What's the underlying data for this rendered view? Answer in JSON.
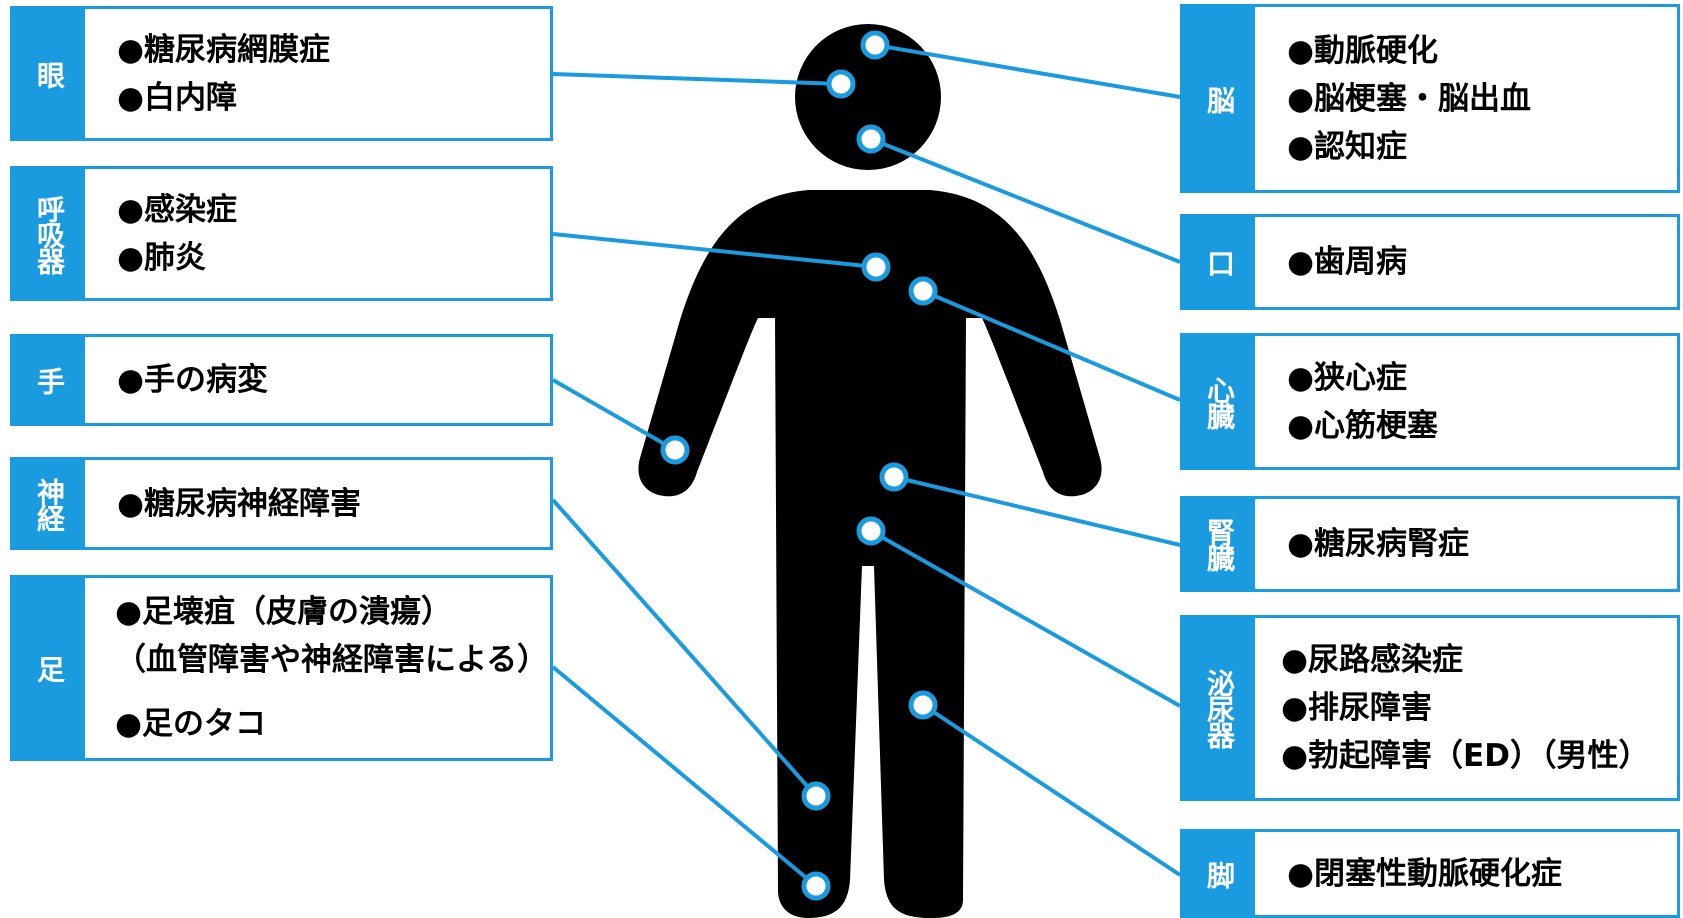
{
  "colors": {
    "accent": "#1a9be0",
    "figure": "#000000",
    "text": "#000000"
  },
  "left_boxes": [
    {
      "label": "眼",
      "items": [
        "●糖尿病網膜症",
        "●白内障"
      ]
    },
    {
      "label": "呼吸器",
      "items": [
        "●感染症",
        "●肺炎"
      ]
    },
    {
      "label": "手",
      "items": [
        "●手の病変"
      ]
    },
    {
      "label": "神経",
      "items": [
        "●糖尿病神経障害"
      ]
    },
    {
      "label": "足",
      "items": [
        "●足壊疽（皮膚の潰瘍）",
        "（血管障害や神経障害による）",
        "●足のタコ"
      ]
    }
  ],
  "right_boxes": [
    {
      "label": "脳",
      "items": [
        "●動脈硬化",
        "●脳梗塞・脳出血",
        "●認知症"
      ]
    },
    {
      "label": "口",
      "items": [
        "●歯周病"
      ]
    },
    {
      "label": "心臓",
      "items": [
        "●狭心症",
        "●心筋梗塞"
      ]
    },
    {
      "label": "腎臓",
      "items": [
        "●糖尿病腎症"
      ]
    },
    {
      "label": "泌尿器",
      "items": [
        "●尿路感染症",
        "●排尿障害",
        "●勃起障害（ED）（男性）"
      ]
    },
    {
      "label": "脚",
      "items": [
        "●閉塞性動脈硬化症"
      ]
    }
  ]
}
